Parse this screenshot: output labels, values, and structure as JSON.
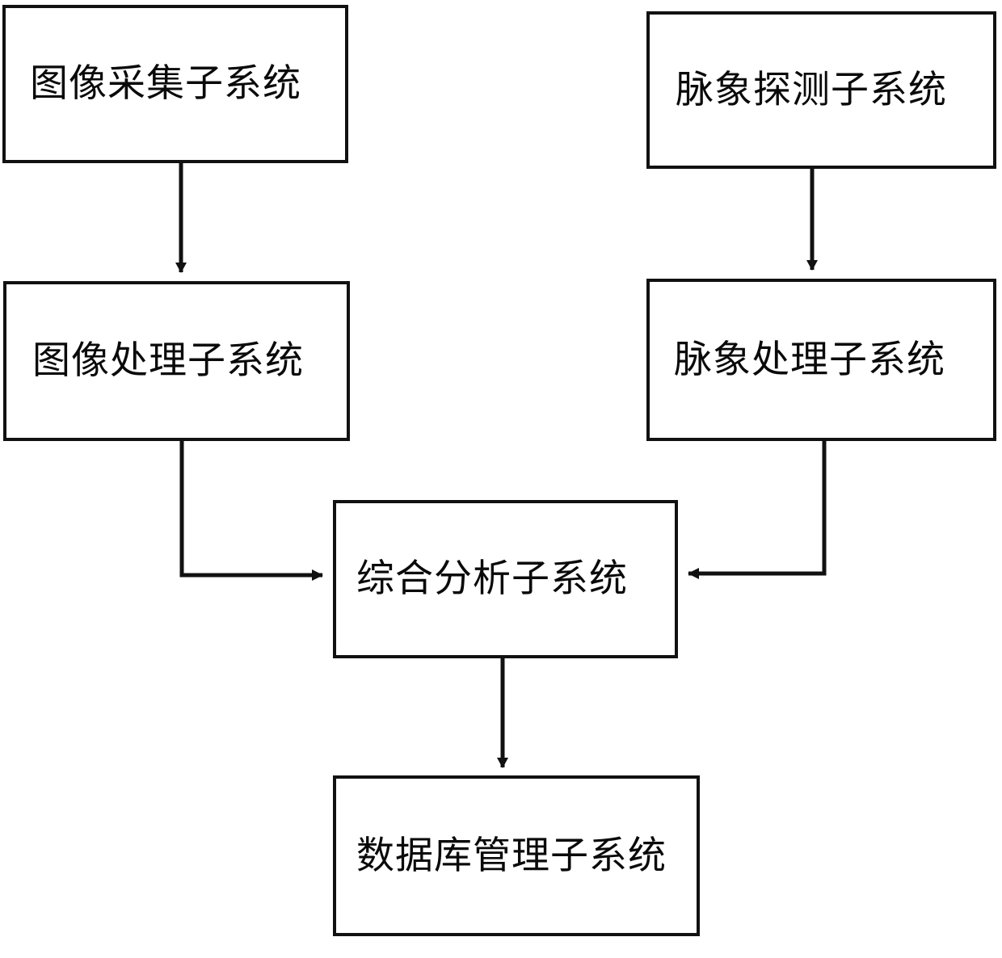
{
  "diagram": {
    "type": "block-flow-diagram",
    "language": "zh-CN",
    "background_color": "#ffffff",
    "line_color": "#111111",
    "nodes": [
      {
        "id": "image-capture",
        "label": "图像采集子系统"
      },
      {
        "id": "pulse-detect",
        "label": "脉象探测子系统"
      },
      {
        "id": "image-process",
        "label": "图像处理子系统"
      },
      {
        "id": "pulse-process",
        "label": "脉象处理子系统"
      },
      {
        "id": "comprehensive",
        "label": "综合分析子系统"
      },
      {
        "id": "database",
        "label": "数据库管理子系统"
      }
    ],
    "edges": [
      {
        "from": "image-capture",
        "to": "image-process",
        "style": "straight-down",
        "arrow": "down"
      },
      {
        "from": "pulse-detect",
        "to": "pulse-process",
        "style": "straight-down",
        "arrow": "down"
      },
      {
        "from": "image-process",
        "to": "comprehensive",
        "style": "elbow-down-right",
        "arrow": "right"
      },
      {
        "from": "pulse-process",
        "to": "comprehensive",
        "style": "elbow-down-left",
        "arrow": "left"
      },
      {
        "from": "comprehensive",
        "to": "database",
        "style": "straight-down",
        "arrow": "down"
      }
    ]
  }
}
